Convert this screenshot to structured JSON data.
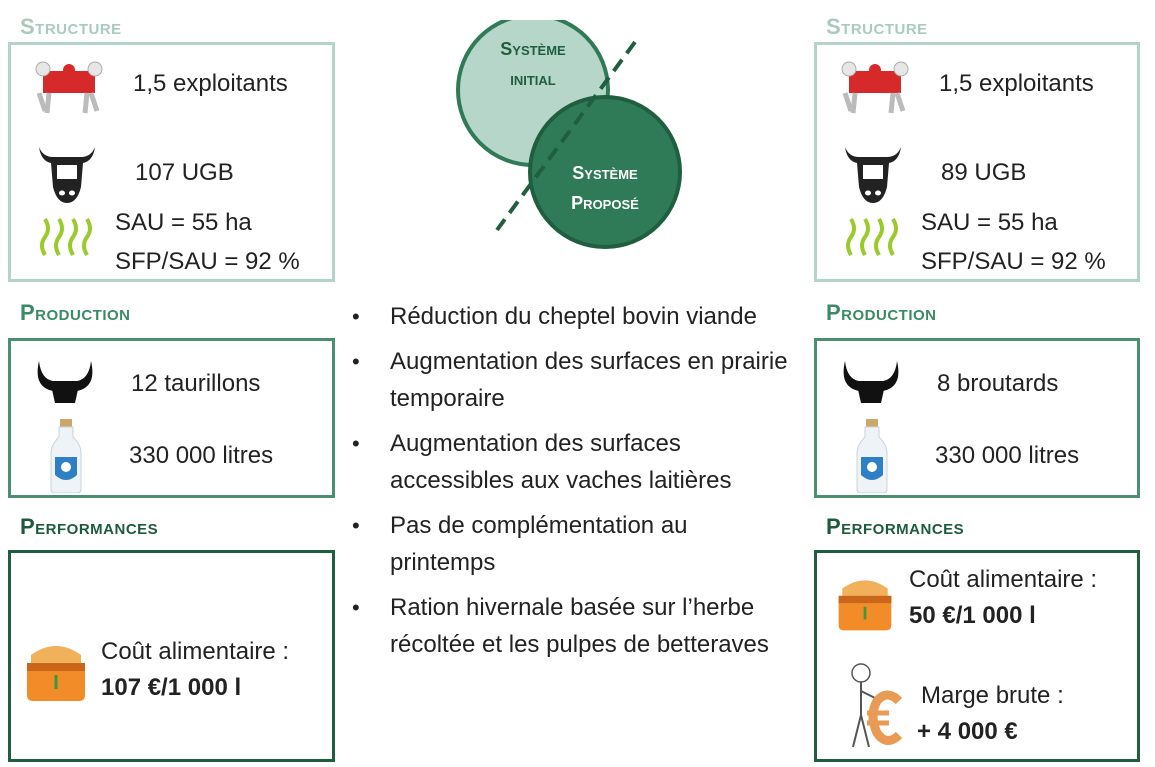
{
  "left": {
    "structure": {
      "title": "Structure",
      "exploitants": "1,5 exploitants",
      "ugb": "107 UGB",
      "sau": "SAU = 55 ha",
      "sfp": "SFP/SAU = 92 %"
    },
    "production": {
      "title": "Production",
      "animals": "12 taurillons",
      "milk": "330 000 litres"
    },
    "performances": {
      "title": "Performances",
      "cost_label": "Coût alimentaire :",
      "cost_value": "107 €/1 000 l"
    }
  },
  "right": {
    "structure": {
      "title": "Structure",
      "exploitants": "1,5 exploitants",
      "ugb": "89 UGB",
      "sau": "SAU = 55 ha",
      "sfp": "SFP/SAU = 92 %"
    },
    "production": {
      "title": "Production",
      "animals": "8 broutards",
      "milk": "330 000 litres"
    },
    "performances": {
      "title": "Performances",
      "cost_label": "Coût alimentaire :",
      "cost_value": "50 €/1 000 l",
      "margin_label": "Marge brute :",
      "margin_value": "+ 4 000 €"
    }
  },
  "center": {
    "initial_line1": "Système",
    "initial_line2": "initial",
    "proposed_line1": "Système",
    "proposed_line2": "Proposé",
    "bullets": [
      "Réduction du cheptel bovin viande",
      "Augmentation des surfaces en prairie temporaire",
      "Augmentation des surfaces accessibles aux vaches laitières",
      "Pas de complémentation au printemps",
      "Ration hivernale basée sur l’herbe récoltée et les pulpes de betteraves"
    ]
  },
  "colors": {
    "structure": "#b3d4c6",
    "production": "#4a9070",
    "performances": "#1f5f3f",
    "circle_initial": "#b5d6c8",
    "circle_proposed": "#2f7a57"
  },
  "icons": [
    "puzzle-people-icon",
    "cow-head-icon",
    "grass-icon",
    "bull-horns-icon",
    "milk-bottle-icon",
    "feed-bag-icon",
    "euro-figure-icon"
  ]
}
